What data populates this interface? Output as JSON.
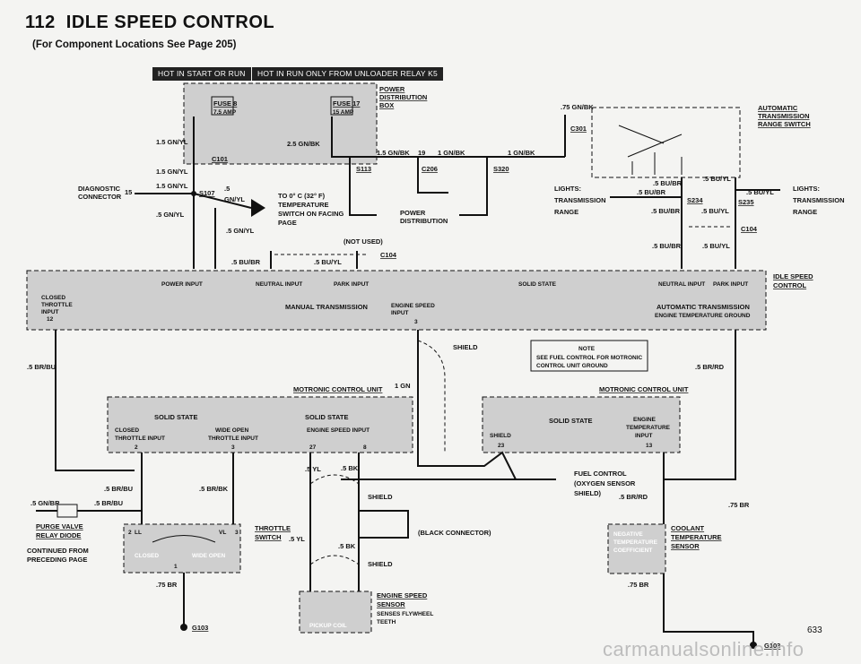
{
  "header": {
    "page_num": "112",
    "title": "IDLE SPEED CONTROL"
  },
  "subtitle": "(For Component Locations See Page 205)",
  "tags": {
    "hot_start_run": "HOT IN START OR RUN",
    "hot_run_only": "HOT IN RUN ONLY FROM UNLOADER RELAY K5"
  },
  "fuses": {
    "f8": "FUSE 8",
    "f8_amp": "7.5 AMP",
    "f17": "FUSE 17",
    "f17_amp": "15 AMP",
    "box": [
      "POWER",
      "DISTRIBUTION",
      "BOX"
    ]
  },
  "wires": {
    "w15gnyl": "1.5 GN/YL",
    "w25gnbk": "2.5 GN/BK",
    "w15gnbk": "1.5 GN/BK",
    "w1gnbk": "1 GN/BK",
    "w75gnbk": ".75 GN/BK",
    "w5gnyl": ".5 GN/YL",
    "w5": ".5",
    "wgnyl": "GN/YL",
    "w5buyl": ".5 BU/YL",
    "w5bubr": ".5 BU/BR",
    "w5brbu": ".5 BR/BU",
    "w5brrd": ".5 BR/RD",
    "w5brbk": ".5 BR/BK",
    "w5gnbr": ".5 GN/BR",
    "w5yl": ".5 YL",
    "w5bk": ".5 BK",
    "w75br": ".75 BR",
    "w1gn": "1 GN",
    "n15": "15",
    "n19": "19"
  },
  "connectors": {
    "c101": "C101",
    "c206": "C206",
    "c301": "C301",
    "c104": "C104",
    "s107": "S107",
    "s113": "S113",
    "s320": "S320",
    "s234": "S234",
    "s235": "S235",
    "g103": "G103"
  },
  "components": {
    "diag": [
      "DIAGNOSTIC",
      "CONNECTOR"
    ],
    "tempsw": [
      "TO 0° C (32° F)",
      "TEMPERATURE",
      "SWITCH ON FACING",
      "PAGE"
    ],
    "power_dist": [
      "POWER",
      "DISTRIBUTION"
    ],
    "not_used": "(NOT USED)",
    "auto_trans": [
      "AUTOMATIC",
      "TRANSMISSION",
      "RANGE SWITCH"
    ],
    "lights": [
      "LIGHTS:",
      "TRANSMISSION",
      "RANGE"
    ],
    "isc": [
      "IDLE SPEED",
      "CONTROL"
    ],
    "isc_pins": [
      "POWER INPUT",
      "NEUTRAL INPUT",
      "PARK INPUT",
      "SOLID STATE",
      "NEUTRAL INPUT",
      "PARK INPUT"
    ],
    "isc_left": [
      "CLOSED",
      "THROTTLE",
      "INPUT",
      "12"
    ],
    "manual": "MANUAL TRANSMISSION",
    "eng_speed": [
      "ENGINE SPEED",
      "INPUT",
      "3"
    ],
    "automatic": "AUTOMATIC TRANSMISSION",
    "auto_sub": "ENGINE TEMPERATURE GROUND",
    "shield": "SHIELD",
    "note": [
      "NOTE",
      "SEE FUEL CONTROL FOR MOTRONIC",
      "CONTROL UNIT GROUND"
    ],
    "mcu": "MOTRONIC CONTROL UNIT",
    "mcu1": [
      "SOLID STATE",
      "SOLID STATE",
      "CLOSED",
      "THROTTLE INPUT",
      "WIDE OPEN",
      "THROTTLE INPUT",
      "ENGINE SPEED INPUT",
      "2",
      "3",
      "27",
      "8"
    ],
    "mcu2": [
      "SOLID STATE",
      "ENGINE",
      "TEMPERATURE",
      "INPUT",
      "SHIELD",
      "23",
      "13"
    ],
    "fuel": [
      "FUEL CONTROL",
      "(OXYGEN SENSOR",
      "SHIELD)"
    ],
    "purge": [
      "PURGE VALVE",
      "RELAY DIODE"
    ],
    "continued": [
      "CONTINUED FROM",
      "PRECEDING PAGE"
    ],
    "throttle": [
      "THROTTLE",
      "SWITCH"
    ],
    "ts_lbl": [
      "LL",
      "VL",
      "CLOSED",
      "WIDE OPEN",
      "2",
      "1",
      "3"
    ],
    "black": "(BLACK CONNECTOR)",
    "ess": [
      "ENGINE SPEED",
      "SENSOR",
      "SENSES FLYWHEEL",
      "TEETH"
    ],
    "pickup": "PICKUP COIL",
    "coolant": [
      "COOLANT",
      "TEMPERATURE",
      "SENSOR"
    ],
    "ntc": [
      "NEGATIVE",
      "TEMPERATURE",
      "COEFFICIENT"
    ]
  },
  "page_number": "633",
  "watermark": "carmanualsonline.info"
}
